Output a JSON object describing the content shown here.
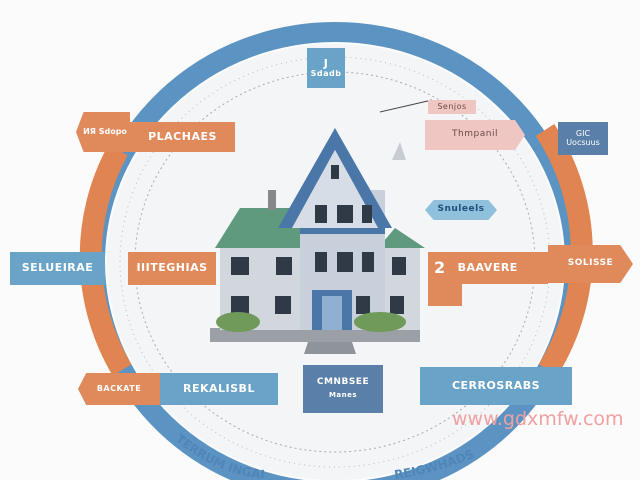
{
  "colors": {
    "ring_blue": "#5b93c2",
    "ring_orange": "#e08552",
    "label_orange": "#e08a5c",
    "label_blue": "#6aa3c8",
    "label_dark_blue": "#5a7fa8",
    "label_pink": "#f0c6c2"
  },
  "labels": {
    "top_box": {
      "line1": "J",
      "line2": "Sdadb"
    },
    "left_top": {
      "tag": "ИЯ Sdopo",
      "main": "PLACHAES"
    },
    "pink_small": "Senjos",
    "pink_large": "Thmpanil",
    "right_top": {
      "line1": "GIC",
      "line2": "Uocsuus"
    },
    "center_right_arrow": "Snuleels",
    "left_mid": {
      "outer": "SELUEIRAE",
      "inner": "IIITEGHIAS"
    },
    "right_mid": {
      "icon_text": "2",
      "main": "BAAVERE",
      "outer": "SOLISSE"
    },
    "left_bottom": {
      "outer": "BACKATE",
      "inner": "REKALISBL"
    },
    "center_bottom": {
      "line1": "CMNBSEE",
      "line2": "Manes"
    },
    "right_bottom": "CERROSRABS",
    "arc_left": "TERRUM INGAI",
    "arc_right": "REIGWHADS"
  },
  "watermark": "www.gdxmfw.com"
}
